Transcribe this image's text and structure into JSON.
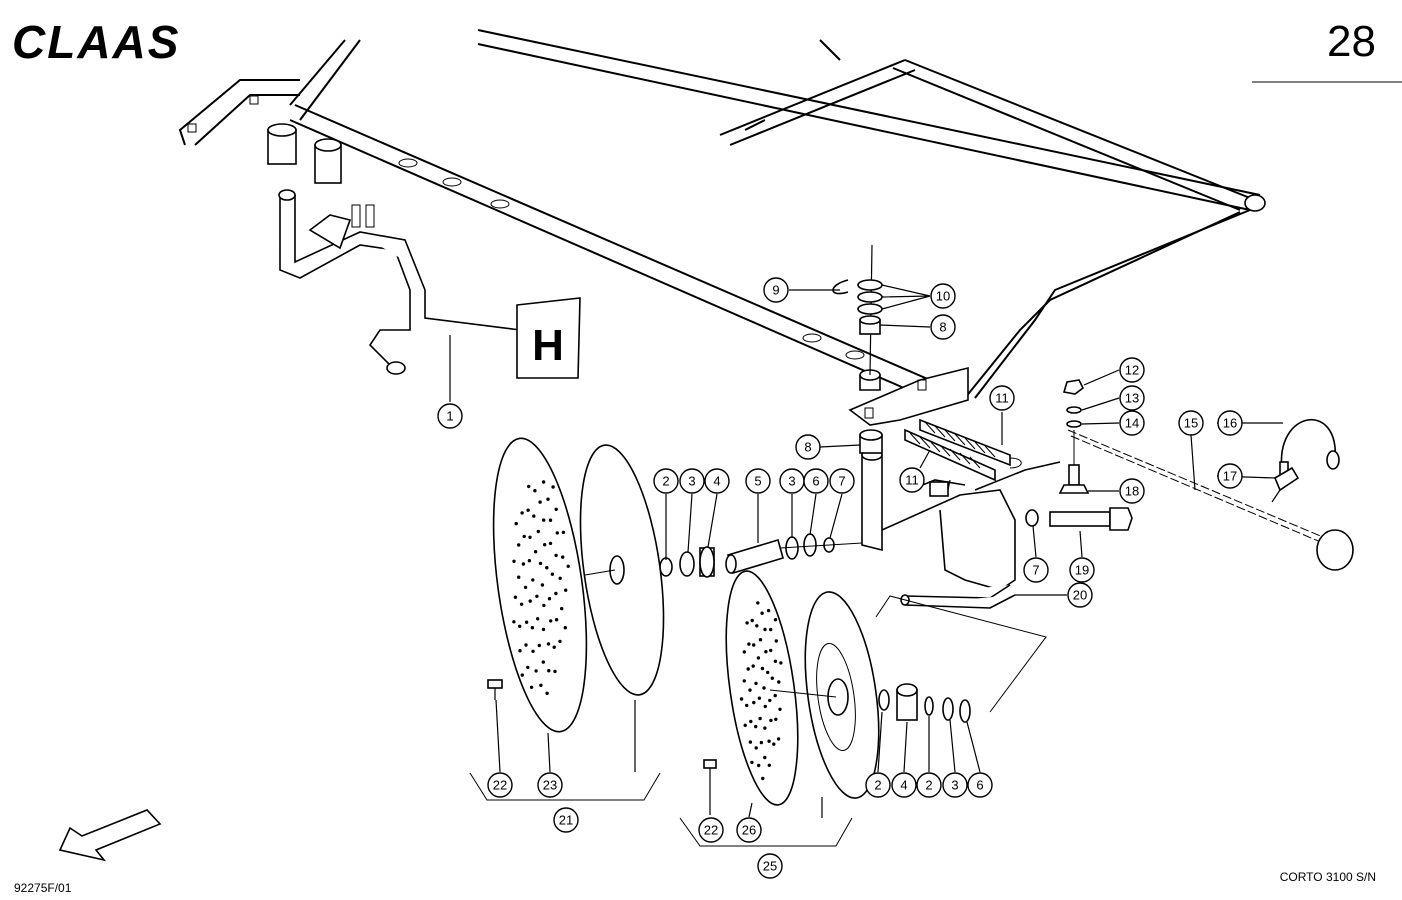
{
  "header": {
    "brand": "CLAAS",
    "page_number": "28"
  },
  "footer": {
    "drawing_ref": "92275F/01",
    "model": "CORTO 3100 S/N"
  },
  "h_plate_letter": "H",
  "direction_arrow": "arrow-icon",
  "callouts": [
    "1",
    "2",
    "3",
    "4",
    "5",
    "3",
    "6",
    "7",
    "8",
    "8",
    "9",
    "10",
    "11",
    "11",
    "12",
    "13",
    "14",
    "15",
    "16",
    "17",
    "18",
    "7",
    "19",
    "20",
    "22",
    "23",
    "21",
    "2",
    "4",
    "2",
    "3",
    "6",
    "22",
    "26",
    "25"
  ]
}
